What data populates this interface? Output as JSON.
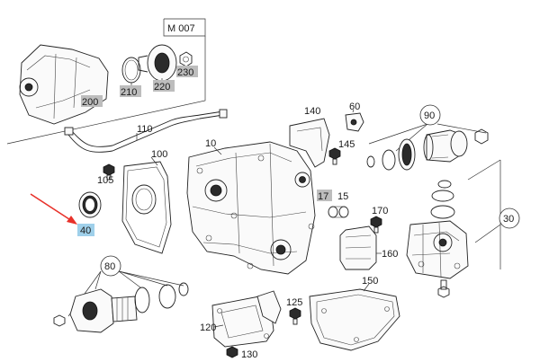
{
  "group_box": {
    "title": "M 007"
  },
  "callouts": {
    "p200": "200",
    "p210": "210",
    "p220": "220",
    "p230": "230",
    "p140": "140",
    "p60": "60",
    "p90": "90",
    "p110": "110",
    "p10": "10",
    "p145": "145",
    "p100": "100",
    "p105": "105",
    "p17": "17",
    "p15": "15",
    "p170": "170",
    "p30": "30",
    "p40": "40",
    "p160": "160",
    "p80": "80",
    "p150": "150",
    "p120": "120",
    "p125": "125",
    "p130": "130"
  },
  "colors": {
    "arrow": "#e8312a",
    "highlight_gray": "#bdbdbd",
    "highlight_blue": "#9fd0ea"
  },
  "pointer": {
    "icon": "red-arrow-icon",
    "target": "40"
  }
}
